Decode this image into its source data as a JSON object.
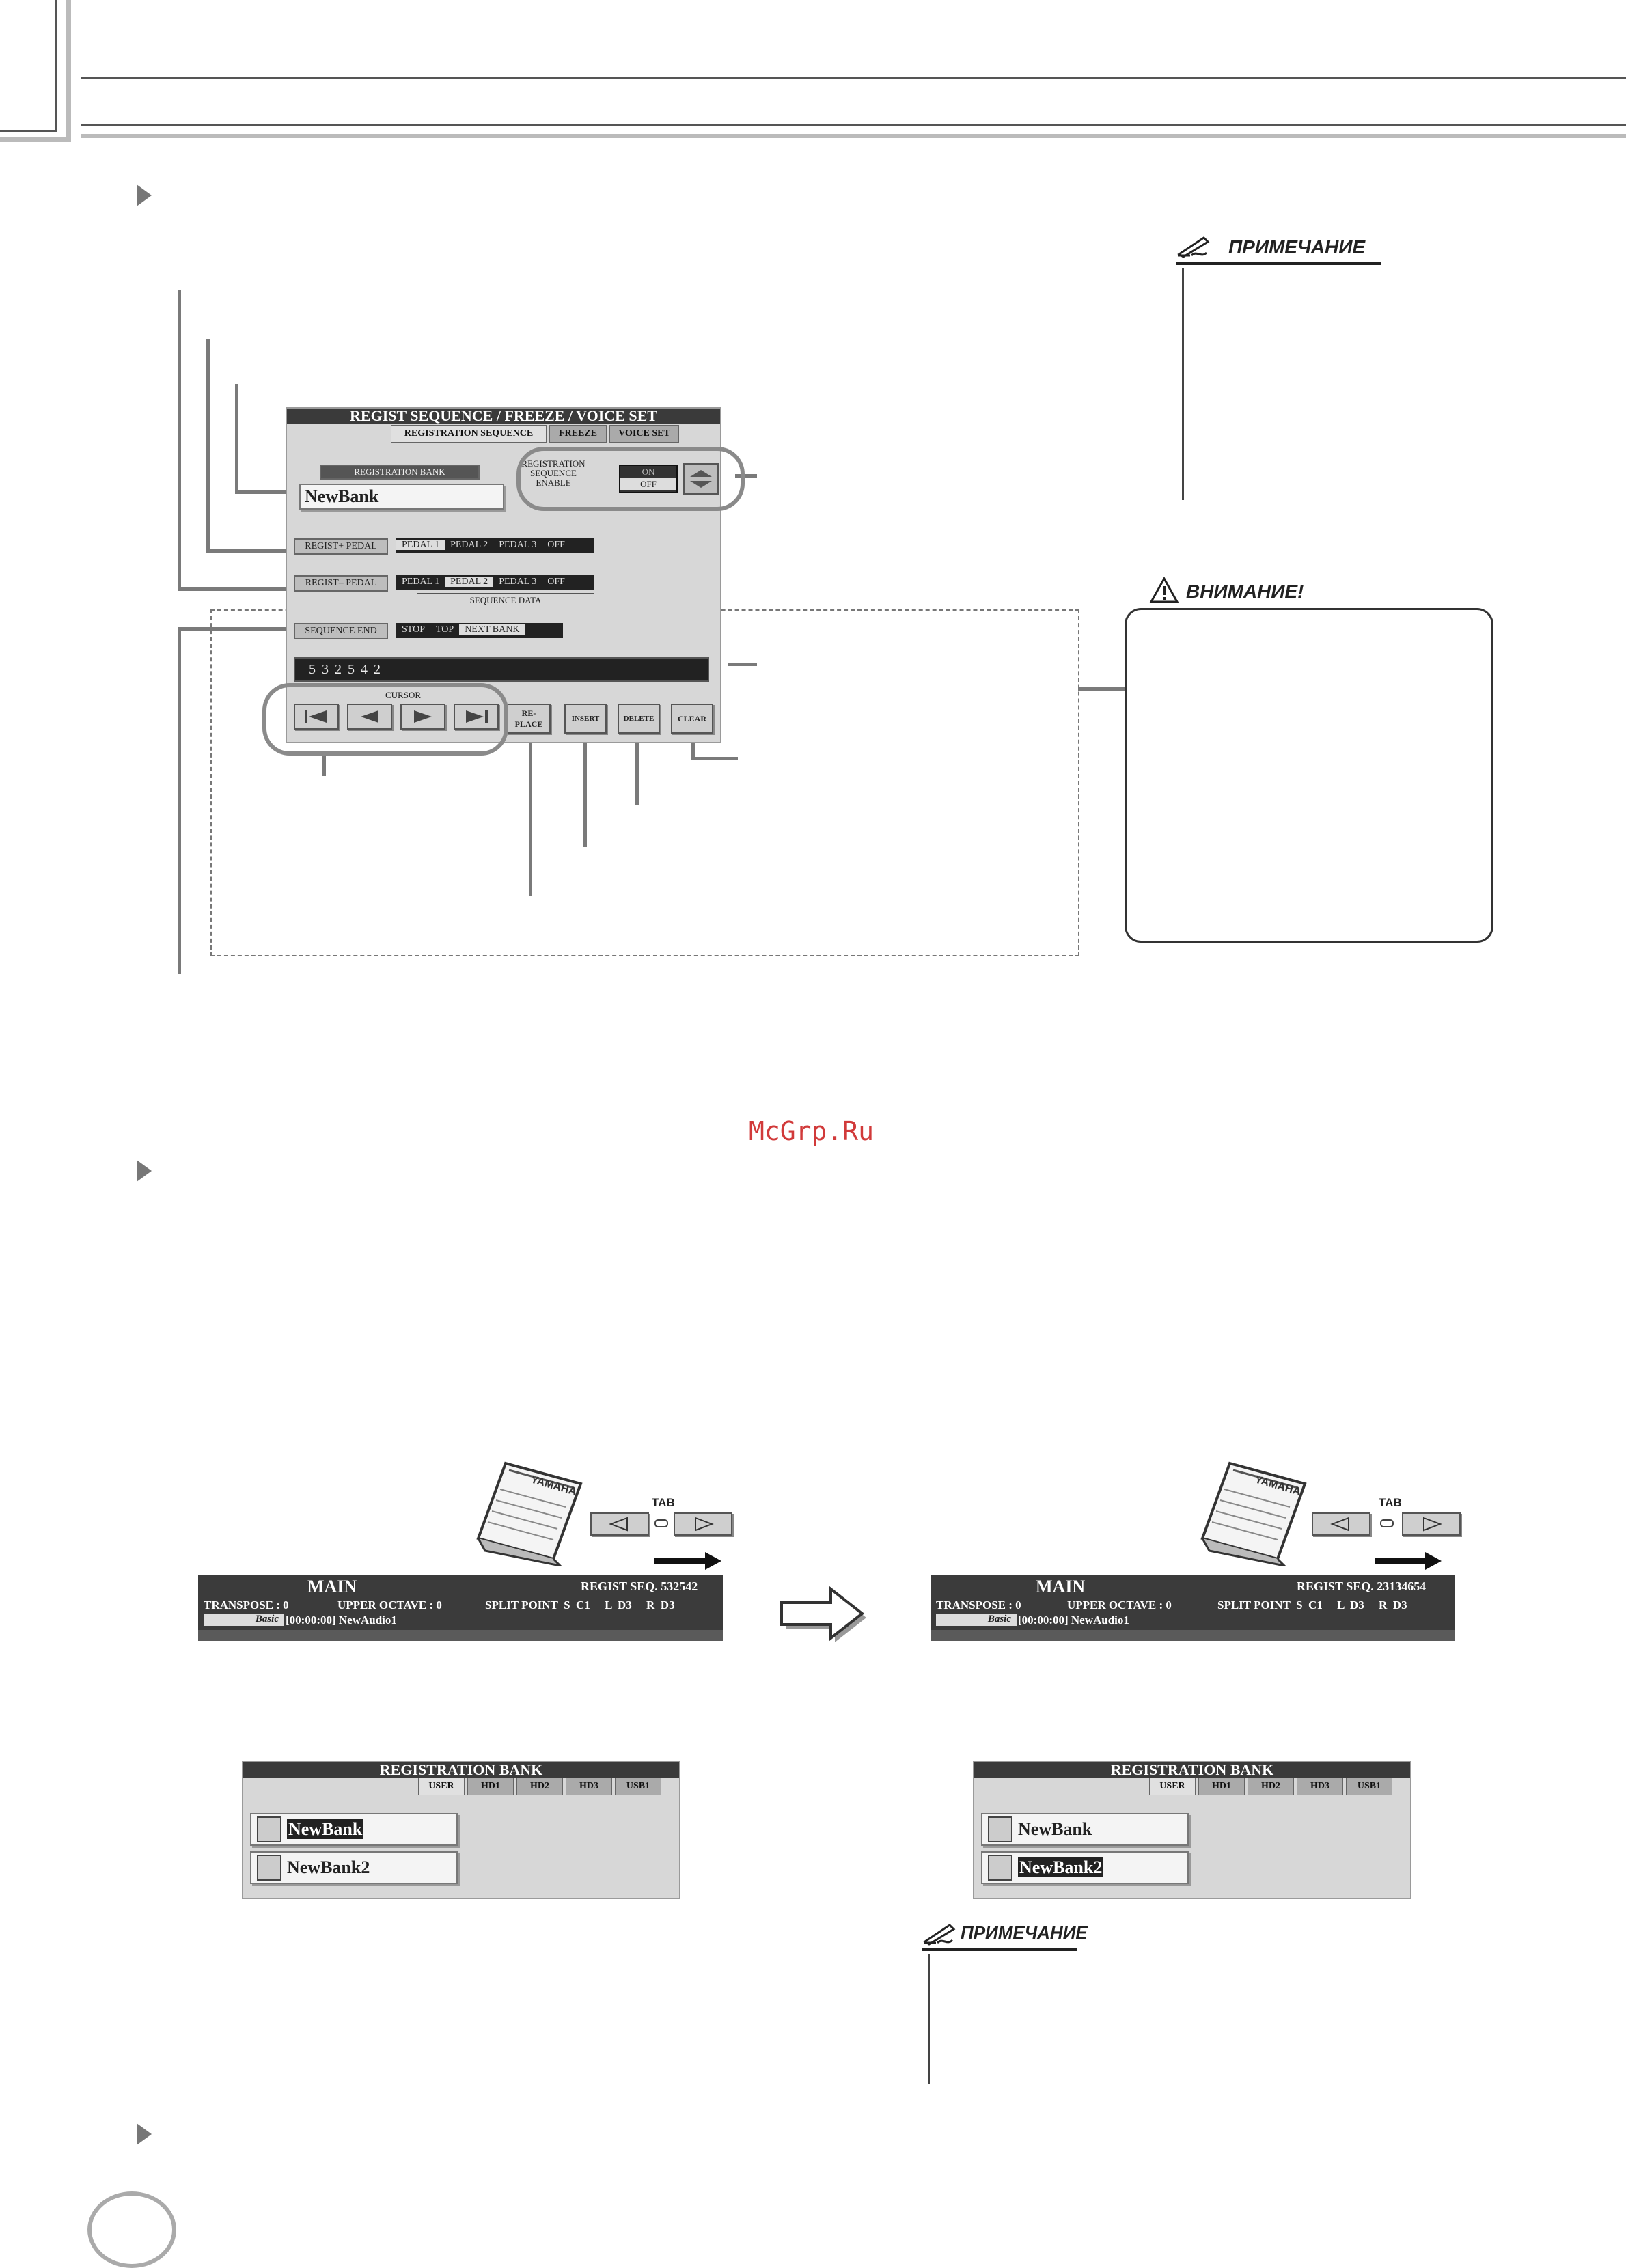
{
  "watermark": "McGrp.Ru",
  "note1": {
    "title": "ПРИМЕЧАНИЕ"
  },
  "caution": {
    "title": "ВНИМАНИЕ!"
  },
  "note2": {
    "title": "ПРИМЕЧАНИЕ"
  },
  "regist_screen": {
    "title": "REGIST SEQUENCE / FREEZE / VOICE SET",
    "tabs": [
      "REGISTRATION SEQUENCE",
      "FREEZE",
      "VOICE SET"
    ],
    "bank_label": "REGISTRATION BANK",
    "bank_name": "NewBank",
    "enable_label_lines": [
      "REGISTRATION",
      "SEQUENCE",
      "ENABLE"
    ],
    "enable_on": "ON",
    "enable_off": "OFF",
    "regist_plus_label": "REGIST+ PEDAL",
    "regist_minus_label": "REGIST– PEDAL",
    "pedal_opts": [
      "PEDAL 1",
      "PEDAL 2",
      "PEDAL 3",
      "OFF"
    ],
    "plus_selected": "PEDAL 1",
    "minus_selected": "PEDAL 2",
    "sequence_data_label": "SEQUENCE DATA",
    "sequence_end_label": "SEQUENCE END",
    "end_opts": [
      "STOP",
      "TOP",
      "NEXT BANK"
    ],
    "end_selected": "NEXT BANK",
    "sequence": "5 3 2 5 4 2",
    "cursor_label": "CURSOR",
    "replace_lines": [
      "RE-",
      "PLACE"
    ],
    "insert": "INSERT",
    "delete": "DELETE",
    "clear": "CLEAR"
  },
  "tab_label": "TAB",
  "pedal_brand": "YAMAHA",
  "main_left": {
    "title": "MAIN",
    "regist_seq": "REGIST SEQ. 532542",
    "transpose": "TRANSPOSE : 0",
    "upper_octave": "UPPER OCTAVE : 0",
    "split_point": "SPLIT POINT  S  C1     L  D3     R  D3",
    "basic": "Basic",
    "time_song": "[00:00:00] NewAudio1"
  },
  "main_right": {
    "title": "MAIN",
    "regist_seq": "REGIST SEQ. 231346",
    "regist_seq2": "54",
    "transpose": "TRANSPOSE : 0",
    "upper_octave": "UPPER OCTAVE : 0",
    "split_point": "SPLIT POINT  S  C1     L  D3     R  D3",
    "basic": "Basic",
    "time_song": "[00:00:00] NewAudio1"
  },
  "bank_left": {
    "title": "REGISTRATION BANK",
    "tabs": [
      "USER",
      "HD1",
      "HD2",
      "HD3",
      "USB1"
    ],
    "items": [
      "NewBank",
      "NewBank2"
    ]
  },
  "bank_right": {
    "title": "REGISTRATION BANK",
    "tabs": [
      "USER",
      "HD1",
      "HD2",
      "HD3",
      "USB1"
    ],
    "items": [
      "NewBank",
      "NewBank2"
    ]
  }
}
